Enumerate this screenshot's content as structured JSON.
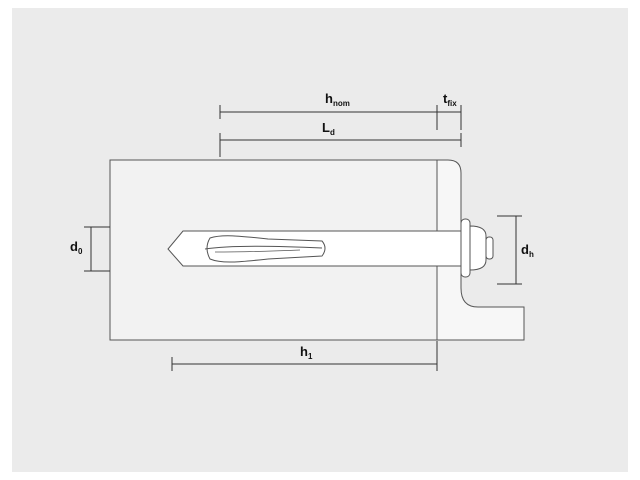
{
  "labels": {
    "hnom": {
      "main": "h",
      "sub": "nom"
    },
    "tfix": {
      "main": "t",
      "sub": "fix"
    },
    "ld": {
      "main": "L",
      "sub": "d"
    },
    "d0": {
      "main": "d",
      "sub": "0"
    },
    "dh": {
      "main": "d",
      "sub": "h"
    },
    "h1": {
      "main": "h",
      "sub": "1"
    }
  },
  "colors": {
    "background": "#ebebeb",
    "line": "#333333",
    "fill": "#ffffff"
  }
}
